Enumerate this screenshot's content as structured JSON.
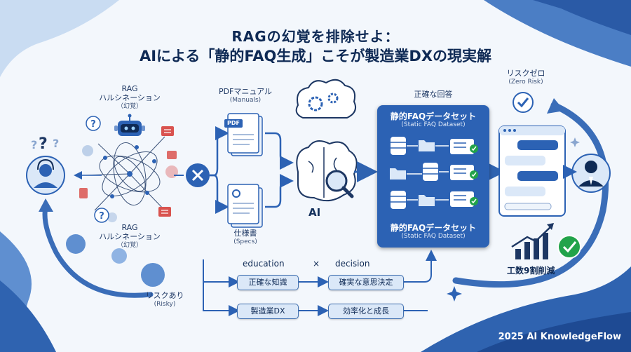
{
  "title": {
    "line1": "RAGの幻覚を排除せよ：",
    "line2": "AIによる「静的FAQ生成」こそが製造業DXの現実解"
  },
  "left": {
    "rag_top": {
      "label": "RAG",
      "label2": "ハルシネーション",
      "sub": "（幻覚）"
    },
    "rag_bottom": {
      "label": "RAG",
      "label2": "ハルシネーション",
      "sub": "（幻覚）"
    },
    "risky": {
      "label": "リスクあり",
      "sub": "(Risky)"
    }
  },
  "sources": {
    "pdf_manual": {
      "label": "PDFマニュアル",
      "sub": "(Manuals)",
      "doc_tag": "PDF"
    },
    "specs": {
      "label": "仕様書",
      "sub": "(Specs)"
    }
  },
  "ai_label": "AI",
  "answer_label": "正確な回答",
  "faq_panel": {
    "title_top": "静的FAQデータセット",
    "sub_top": "(Static FAQ Dataset)",
    "title_bottom": "静的FAQデータセット",
    "sub_bottom": "(Static FAQ Dataset)"
  },
  "zero_risk": {
    "label": "リスクゼロ",
    "sub": "(Zero Risk)"
  },
  "effort": {
    "label": "工数9割削減"
  },
  "bottom": {
    "education": "education",
    "times": "×",
    "decision": "decision",
    "boxes": [
      "正確な知識",
      "確実な意思決定",
      "製造業DX",
      "効率化と成長"
    ]
  },
  "footer": "2025 AI KnowledgeFlow",
  "colors": {
    "primary": "#2c62b4",
    "navy": "#0f2a55",
    "warning": "#d9534f",
    "success": "#22a34a"
  }
}
